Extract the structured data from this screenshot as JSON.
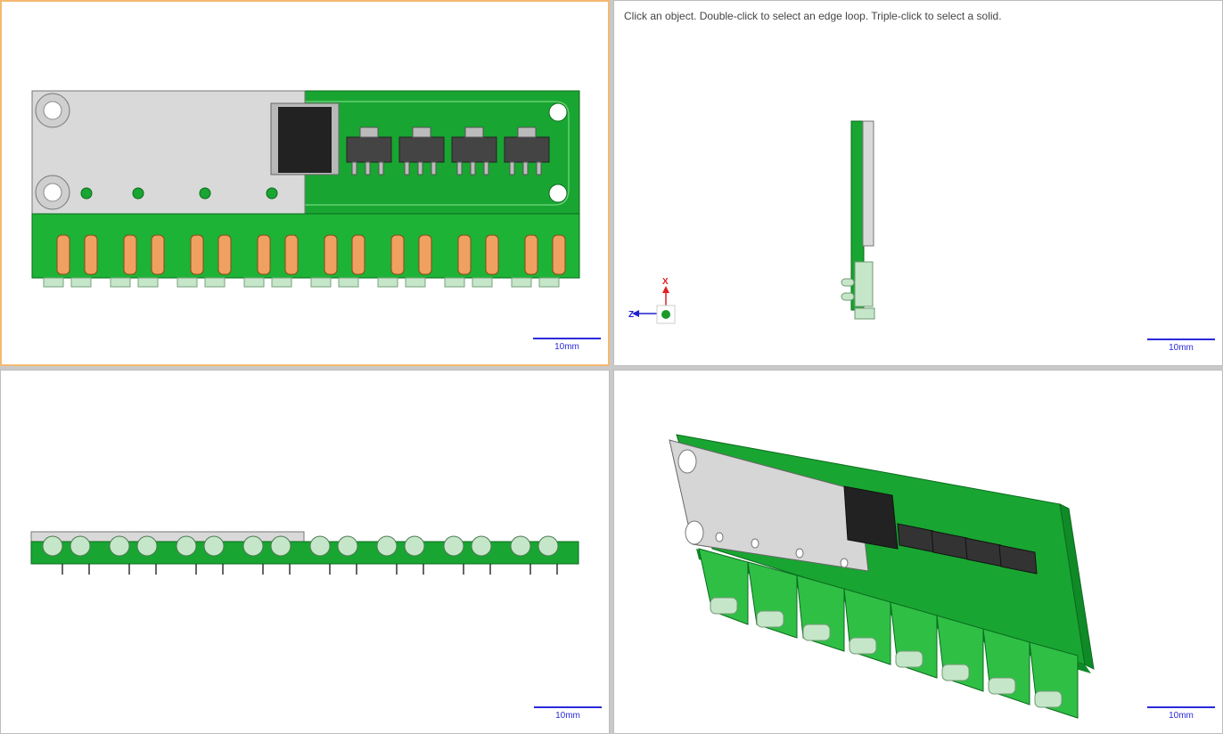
{
  "viewports": {
    "top_left": {
      "scale_label": "10mm"
    },
    "top_right": {
      "scale_label": "10mm",
      "hint": "Click an object. Double-click to select an edge loop. Triple-click to select a solid."
    },
    "bottom_left": {
      "scale_label": "10mm"
    },
    "bottom_right": {
      "scale_label": "10mm"
    }
  },
  "axis_triad": {
    "x_label": "X",
    "z_label": "Z"
  },
  "colors": {
    "pcb": "#19a531",
    "pcb_light": "#5fd36c",
    "metal": "#d6d6d6",
    "chip": "#222222",
    "copper": "#f0a060",
    "scale": "#2a2adb",
    "active_border": "#f5b971"
  }
}
